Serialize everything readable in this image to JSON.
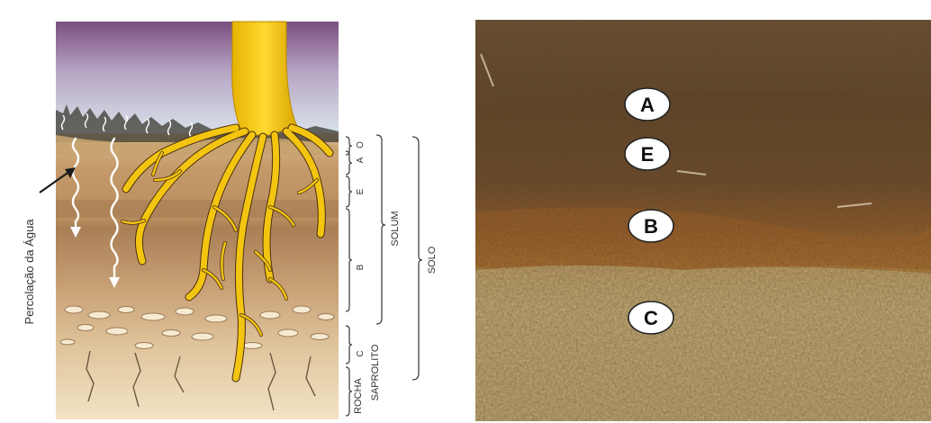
{
  "diagram": {
    "side_label": "Percolação da Água",
    "horizons": {
      "o": "O",
      "a": "A",
      "e": "E",
      "b": "B",
      "c": "C"
    },
    "groups": {
      "solum": "SOLUM",
      "solo": "SOLO",
      "saprolito": "SAPROLITO",
      "rocha": "ROCHA"
    }
  },
  "photo": {
    "labels": [
      "A",
      "E",
      "B",
      "C"
    ]
  },
  "colors": {
    "sky_top": "#7a4f7f",
    "sky_bottom": "#c9d6e6",
    "root": "#f2c200",
    "root_shadow": "#5a3a1a",
    "water": "#ffffff"
  }
}
